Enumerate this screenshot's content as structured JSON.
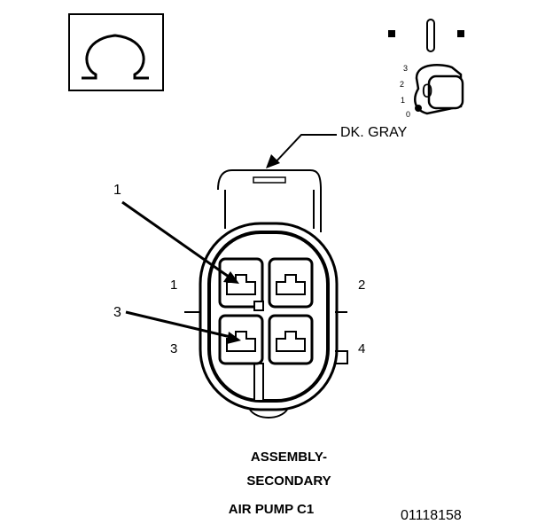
{
  "diagram": {
    "wire_color_label": "DK. GRAY",
    "callout_1": "1",
    "callout_3": "3",
    "pin_labels": [
      "1",
      "2",
      "3",
      "4"
    ],
    "switch_positions": [
      "3",
      "2",
      "1",
      "0"
    ],
    "key_label": "0",
    "title_lines": [
      "ASSEMBLY-",
      "SECONDARY",
      "AIR PUMP C1"
    ],
    "figure_number": "01118158",
    "symbol": "Ω"
  },
  "icons": {
    "ohm": "ohmmeter-icon",
    "ignition": "ignition-switch-icon"
  }
}
